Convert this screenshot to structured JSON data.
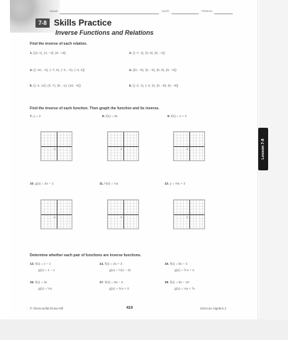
{
  "header": {
    "name_label": "NAME",
    "date_label": "DATE",
    "period_label": "PERIOD",
    "lesson_number": "7-8",
    "title": "Skills Practice",
    "subtitle": "Inverse Functions and Relations"
  },
  "side_tab": "Lesson 7-8",
  "section1": {
    "instruction": "Find the inverse of each relation.",
    "items": [
      {
        "num": "1.",
        "text": "{(3, 1), (4, −3), (8, −3)}"
      },
      {
        "num": "2.",
        "text": "{(−7, 1), (0, 5), (5, −1)}"
      },
      {
        "num": "3.",
        "text": "{(−10, −2), (−7, 6), (−4, −2), (−4, 0)}"
      },
      {
        "num": "4.",
        "text": "{(0, −9), (5, −3), (6, 6), (8, −3)}"
      },
      {
        "num": "5.",
        "text": "{(−4, 12), (0, 7), (9, −1), (10, −5)}"
      },
      {
        "num": "6.",
        "text": "{(−4, 1), (−4, 3), (0, −8), (8, −9)}"
      }
    ]
  },
  "section2": {
    "instruction": "Find the inverse of each function. Then graph the function and its inverse.",
    "row1": [
      {
        "num": "7.",
        "text": "y = 4"
      },
      {
        "num": "8.",
        "text": "f(x) = 3x"
      },
      {
        "num": "9.",
        "text": "f(x) = x + 2"
      }
    ],
    "row2": [
      {
        "num": "10.",
        "text": "g(x) = 2x − 1"
      },
      {
        "num": "11.",
        "text": "h(x) = ¼x"
      },
      {
        "num": "12.",
        "text": "y = ⅔x + 2"
      }
    ],
    "origin_label": "O"
  },
  "section3": {
    "instruction": "Determine whether each pair of functions are inverse functions.",
    "items": [
      {
        "num": "13.",
        "f": "f(x) = x − 1",
        "g": "g(x) = 1 − x"
      },
      {
        "num": "14.",
        "f": "f(x) = 2x + 3",
        "g": "g(x) = ½(x − 3)"
      },
      {
        "num": "15.",
        "f": "f(x) = 5x − 2",
        "g": "g(x) = ⅕x + 2"
      },
      {
        "num": "16.",
        "f": "f(x) = 2x",
        "g": "g(x) = ½x"
      },
      {
        "num": "17.",
        "f": "h(x) = 6x − 2",
        "g": "g(x) = ⅙x + 3"
      },
      {
        "num": "18.",
        "f": "f(x) = 8x − 10",
        "g": "g(x) = ⅛x + ⅝"
      }
    ]
  },
  "footer": {
    "left": "© Glencoe/McGraw-Hill",
    "page": "419",
    "right": "Glencoe Algebra 2"
  }
}
